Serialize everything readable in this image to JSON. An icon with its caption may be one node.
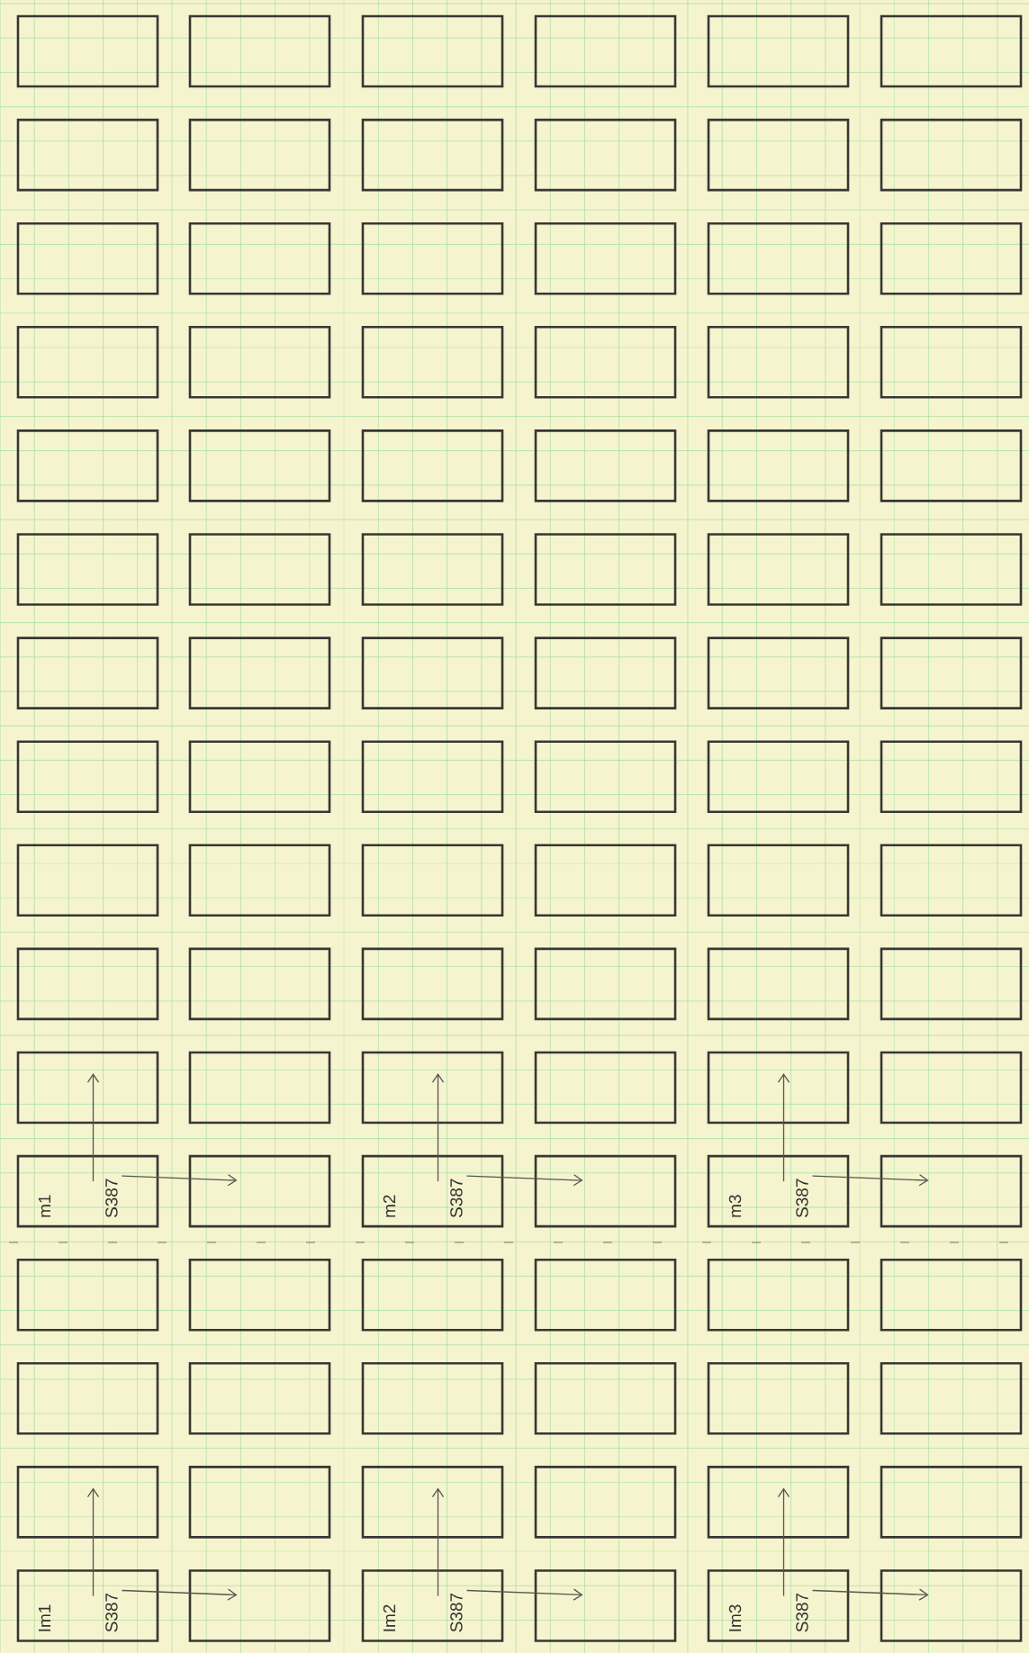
{
  "diagram": {
    "nodes": [
      {
        "text": [],
        "shape": "box"
      },
      {
        "text": [],
        "shape": "box"
      },
      {
        "text": [],
        "shape": "box"
      },
      {
        "text": [],
        "shape": "box"
      },
      {
        "text": [],
        "shape": "box"
      },
      {
        "text": [],
        "shape": "box"
      },
      {
        "text": [],
        "shape": "box"
      },
      {
        "text": [],
        "shape": "box"
      },
      {
        "text": [],
        "shape": "box"
      },
      {
        "text": [],
        "shape": "box"
      },
      {
        "text": [],
        "shape": "box"
      },
      {
        "text": [],
        "shape": "box"
      },
      {
        "text": [],
        "shape": "box"
      },
      {
        "text": [],
        "shape": "box"
      },
      {
        "text": [],
        "shape": "box"
      },
      {
        "text": [],
        "shape": "box"
      },
      {
        "text": [],
        "shape": "box"
      },
      {
        "text": [],
        "shape": "box"
      },
      {
        "text": [],
        "shape": "box"
      },
      {
        "text": [],
        "shape": "box"
      },
      {
        "text": [],
        "shape": "box"
      },
      {
        "text": [],
        "shape": "box"
      },
      {
        "text": [],
        "shape": "box"
      },
      {
        "text": [],
        "shape": "box"
      },
      {
        "text": [],
        "shape": "box"
      },
      {
        "text": [],
        "shape": "box"
      },
      {
        "text": [],
        "shape": "box"
      },
      {
        "text": [],
        "shape": "box"
      },
      {
        "text": [],
        "shape": "box"
      },
      {
        "text": [],
        "shape": "box"
      },
      {
        "text": [],
        "shape": "box"
      },
      {
        "text": [],
        "shape": "box"
      },
      {
        "text": [],
        "shape": "box"
      },
      {
        "text": [],
        "shape": "box"
      },
      {
        "text": [],
        "shape": "box"
      },
      {
        "text": [],
        "shape": "box"
      },
      {
        "text": [],
        "shape": "box"
      },
      {
        "text": [],
        "shape": "box"
      },
      {
        "text": [],
        "shape": "box"
      },
      {
        "text": [],
        "shape": "box"
      },
      {
        "text": [],
        "shape": "box"
      },
      {
        "text": [],
        "shape": "box"
      },
      {
        "text": [],
        "shape": "box"
      },
      {
        "text": [],
        "shape": "box"
      },
      {
        "text": [],
        "shape": "box"
      },
      {
        "text": [],
        "shape": "box"
      },
      {
        "text": [],
        "shape": "box"
      },
      {
        "text": [],
        "shape": "box"
      },
      {
        "text": [],
        "shape": "box"
      },
      {
        "text": [],
        "shape": "box"
      },
      {
        "text": [],
        "shape": "box"
      },
      {
        "text": [],
        "shape": "box"
      },
      {
        "text": [],
        "shape": "box"
      },
      {
        "text": [],
        "shape": "box"
      },
      {
        "text": [],
        "shape": "box"
      },
      {
        "text": [],
        "shape": "box"
      },
      {
        "text": [],
        "shape": "box"
      },
      {
        "text": [],
        "shape": "box"
      },
      {
        "text": [],
        "shape": "box"
      },
      {
        "text": [],
        "shape": "box"
      },
      {
        "text": [],
        "shape": "box"
      },
      {
        "text": [],
        "shape": "box"
      },
      {
        "text": [],
        "shape": "box"
      },
      {
        "text": [],
        "shape": "box"
      },
      {
        "text": [],
        "shape": "box"
      },
      {
        "text": [],
        "shape": "box"
      },
      {
        "text": [
          "m1",
          "S387"
        ]
      },
      {
        "text": [],
        "shape": "box"
      },
      {
        "text": [
          "m2",
          "S387"
        ]
      },
      {
        "text": [],
        "shape": "box"
      },
      {
        "text": [
          "m3",
          "S387"
        ]
      },
      {
        "text": [],
        "shape": "box"
      },
      {
        "text": [],
        "shape": "box"
      },
      {
        "text": [],
        "shape": "box"
      },
      {
        "text": [],
        "shape": "box"
      },
      {
        "text": [],
        "shape": "box"
      },
      {
        "text": [],
        "shape": "box"
      },
      {
        "text": [],
        "shape": "box"
      },
      {
        "text": [],
        "shape": "box"
      },
      {
        "text": [],
        "shape": "box"
      },
      {
        "text": [],
        "shape": "box"
      },
      {
        "text": [],
        "shape": "box"
      },
      {
        "text": [],
        "shape": "box"
      },
      {
        "text": [],
        "shape": "box"
      },
      {
        "text": [],
        "shape": "box"
      },
      {
        "text": [],
        "shape": "box"
      },
      {
        "text": [],
        "shape": "box"
      },
      {
        "text": [],
        "shape": "box"
      },
      {
        "text": [],
        "shape": "box"
      },
      {
        "text": [],
        "shape": "box"
      },
      {
        "text": [
          "Im1",
          "S387"
        ]
      },
      {
        "text": [],
        "shape": "box"
      },
      {
        "text": [
          "Im2",
          "S387"
        ]
      },
      {
        "text": [],
        "shape": "box"
      },
      {
        "text": [
          "Im3",
          "S387"
        ]
      },
      {
        "text": [],
        "shape": "box"
      }
    ],
    "edges": [
      {
        "from": 66,
        "to": 60,
        "arrow": "to"
      },
      {
        "from": 66,
        "to": 67,
        "arrow": "to"
      },
      {
        "from": 68,
        "to": 62,
        "arrow": "to"
      },
      {
        "from": 68,
        "to": 69,
        "arrow": "to"
      },
      {
        "from": 70,
        "to": 64,
        "arrow": "to"
      },
      {
        "from": 70,
        "to": 71,
        "arrow": "to"
      },
      {
        "from": 90,
        "to": 84,
        "arrow": "to"
      },
      {
        "from": 90,
        "to": 91,
        "arrow": "to"
      },
      {
        "from": 92,
        "to": 86,
        "arrow": "to"
      },
      {
        "from": 92,
        "to": 93,
        "arrow": "to"
      },
      {
        "from": 94,
        "to": 88,
        "arrow": "to"
      },
      {
        "from": 94,
        "to": 95,
        "arrow": "to"
      }
    ]
  }
}
